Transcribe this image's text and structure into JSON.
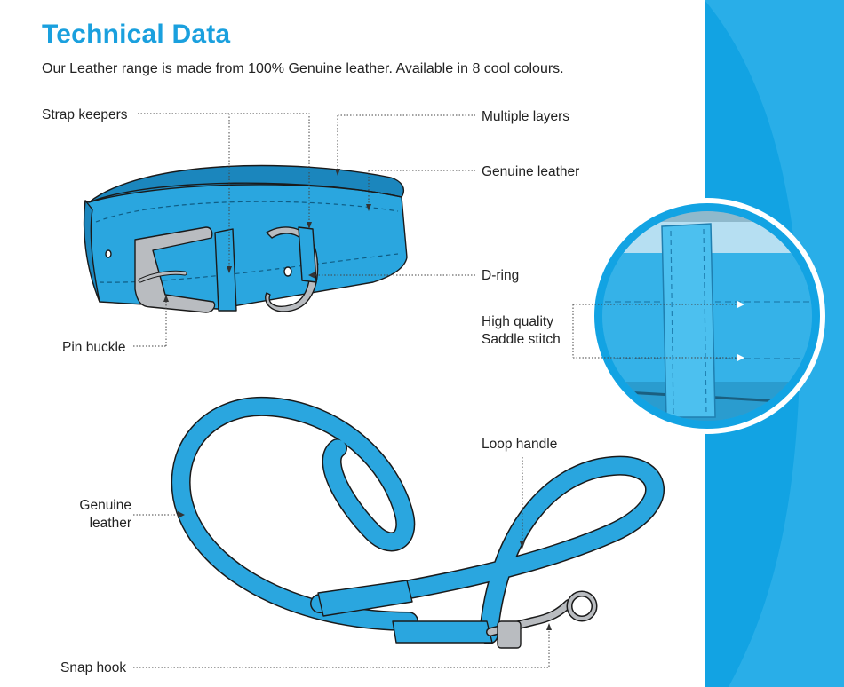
{
  "heading": {
    "title": "Technical Data",
    "subtitle": "Our Leather range is made from 100% Genuine leather. Available in 8 cool colours."
  },
  "callouts": {
    "strap_keepers": "Strap keepers",
    "multiple_layers": "Multiple layers",
    "genuine_leather_collar": "Genuine leather",
    "d_ring": "D-ring",
    "pin_buckle": "Pin buckle",
    "saddle_stitch_line1": "High quality",
    "saddle_stitch_line2": "Saddle stitch",
    "loop_handle": "Loop handle",
    "genuine_leather_lead_line1": "Genuine",
    "genuine_leather_lead_line2": "leather",
    "snap_hook": "Snap hook"
  },
  "colors": {
    "leather": "#2aa6df",
    "leather_dark": "#1b86bd",
    "metal": "#b9bcc0",
    "accent_band": "#12a3e3",
    "title": "#1aa0de"
  }
}
